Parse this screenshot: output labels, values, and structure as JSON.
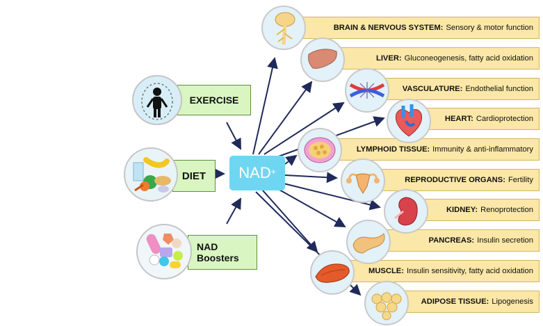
{
  "sources": {
    "exercise": "EXERCISE",
    "diet": "DIET",
    "boosters_line1": "NAD",
    "boosters_line2": "Boosters"
  },
  "center": {
    "label": "NAD",
    "superscript": "+"
  },
  "organs": [
    {
      "name": "BRAIN & NERVOUS SYSTEM:",
      "function": "Sensory & motor function"
    },
    {
      "name": "LIVER:",
      "function": "Gluconeogenesis, fatty acid oxidation"
    },
    {
      "name": "VASCULATURE:",
      "function": "Endothelial function"
    },
    {
      "name": "HEART:",
      "function": "Cardioprotection"
    },
    {
      "name": "LYMPHOID TISSUE:",
      "function": "Immunity & anti-inflammatory"
    },
    {
      "name": "REPRODUCTIVE ORGANS:",
      "function": "Fertility"
    },
    {
      "name": "KIDNEY:",
      "function": "Renoprotection"
    },
    {
      "name": "PANCREAS:",
      "function": "Insulin secretion"
    },
    {
      "name": "MUSCLE:",
      "function": "Insulin sensitivity, fatty acid oxidation"
    },
    {
      "name": "ADIPOSE TISSUE:",
      "function": "Lipogenesis"
    }
  ],
  "organ_icons": [
    "brain-icon",
    "liver-icon",
    "vasculature-icon",
    "heart-icon",
    "lymphoid-tissue-icon",
    "reproductive-organs-icon",
    "kidney-icon",
    "pancreas-icon",
    "muscle-icon",
    "adipose-tissue-icon"
  ],
  "colors": {
    "source_box": "#d9f5c1",
    "nad_box": "#6fd6f2",
    "organ_bar": "#fbe7a7",
    "arrow": "#1f2a5a"
  }
}
